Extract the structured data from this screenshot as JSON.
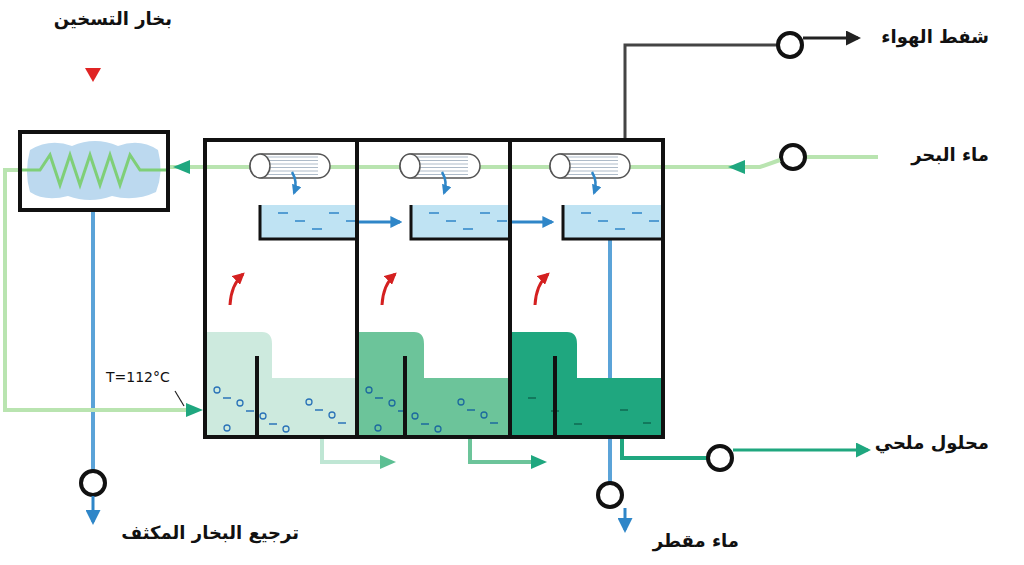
{
  "diagram": {
    "labels": [
      "بخار التسخين",
      "شفط الهواء",
      "ماء البحر",
      "T=112°C",
      "ترجيع البخار المكثف",
      "ماء مقطر",
      "محلول ملحي"
    ]
  }
}
